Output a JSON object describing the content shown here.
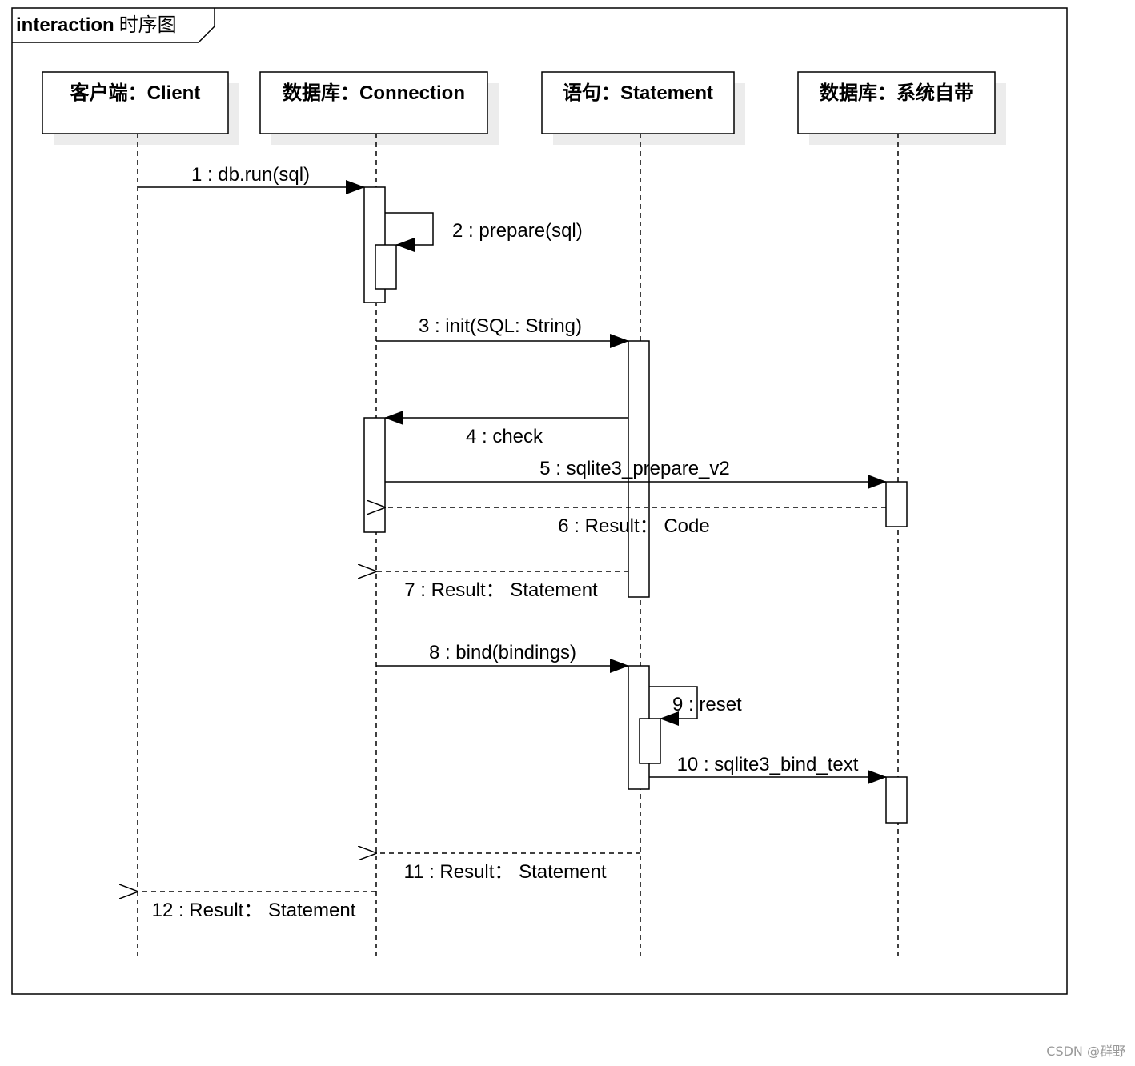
{
  "frame": {
    "keyword": "interaction",
    "name": "时序图"
  },
  "lifelines": [
    {
      "id": "client",
      "title": "客户端：Client"
    },
    {
      "id": "connection",
      "title": "数据库：Connection"
    },
    {
      "id": "statement",
      "title": "语句：Statement"
    },
    {
      "id": "system",
      "title": "数据库：系统自带"
    }
  ],
  "messages": [
    {
      "id": "m1",
      "label": "1 : db.run(sql)",
      "from": "client",
      "to": "connection",
      "kind": "sync"
    },
    {
      "id": "m2",
      "label": "2 : prepare(sql)",
      "from": "connection",
      "to": "connection",
      "kind": "self"
    },
    {
      "id": "m3",
      "label": "3 : init(SQL: String)",
      "from": "connection",
      "to": "statement",
      "kind": "sync"
    },
    {
      "id": "m4",
      "label": "4 : check",
      "from": "statement",
      "to": "connection",
      "kind": "sync"
    },
    {
      "id": "m5",
      "label": "5 : sqlite3_prepare_v2",
      "from": "connection",
      "to": "system",
      "kind": "sync"
    },
    {
      "id": "m6",
      "label": "6 : Result： Code",
      "from": "system",
      "to": "connection",
      "kind": "reply"
    },
    {
      "id": "m7",
      "label": "7 : Result： Statement",
      "from": "statement",
      "to": "connection",
      "kind": "reply"
    },
    {
      "id": "m8",
      "label": "8 : bind(bindings)",
      "from": "connection",
      "to": "statement",
      "kind": "sync"
    },
    {
      "id": "m9",
      "label": "9 : reset",
      "from": "statement",
      "to": "statement",
      "kind": "self"
    },
    {
      "id": "m10",
      "label": "10 : sqlite3_bind_text",
      "from": "statement",
      "to": "system",
      "kind": "sync"
    },
    {
      "id": "m11",
      "label": "11 : Result： Statement",
      "from": "statement",
      "to": "connection",
      "kind": "reply"
    },
    {
      "id": "m12",
      "label": "12 : Result： Statement",
      "from": "connection",
      "to": "client",
      "kind": "reply"
    }
  ],
  "watermark": "CSDN @群野"
}
